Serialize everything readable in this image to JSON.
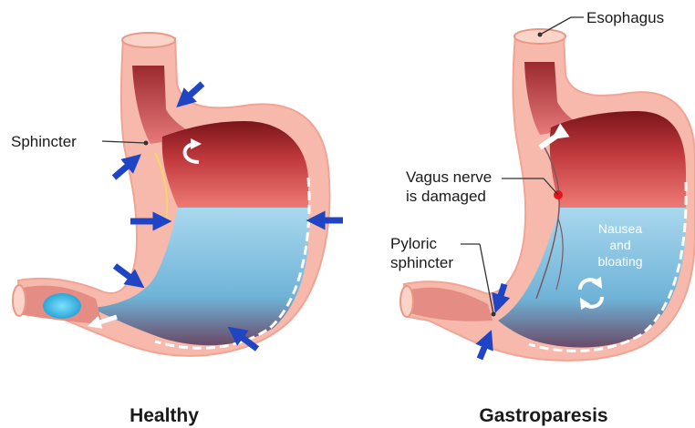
{
  "labels": {
    "sphincter": "Sphincter",
    "esophagus": "Esophagus",
    "vagus_line1": "Vagus nerve",
    "vagus_line2": "is damaged",
    "pyloric_line1": "Pyloric",
    "pyloric_line2": "sphincter",
    "nausea_line1": "Nausea",
    "nausea_line2": "and",
    "nausea_line3": "bloating"
  },
  "captions": {
    "healthy": "Healthy",
    "gastroparesis": "Gastroparesis"
  },
  "colors": {
    "wall": "#f6b9ab",
    "wall_stroke": "#f2a494",
    "cavity_dark": "#8a1f24",
    "cavity_red": "#e35b5b",
    "liquid": "#8fc8e3",
    "liquid_dark": "#4f9cc5",
    "arrow": "#1f44c4",
    "vagus_dot": "#e3141b"
  }
}
